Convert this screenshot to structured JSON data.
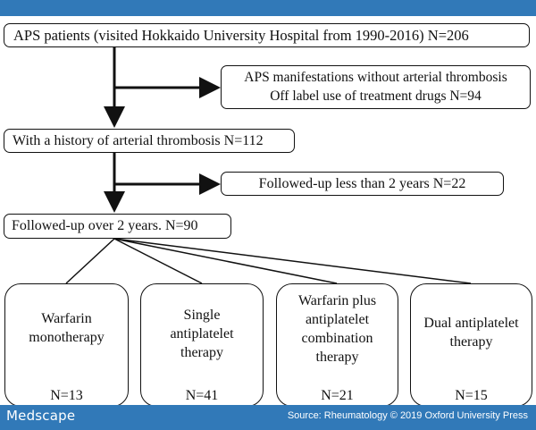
{
  "boxes": {
    "main": "APS patients (visited Hokkaido University Hospital from 1990-2016) N=206",
    "exclusion1_line1": "APS manifestations without arterial thrombosis",
    "exclusion1_line2": "Off label use of treatment drugs   N=94",
    "history": "With a history of arterial thrombosis  N=112",
    "exclusion2": "Followed-up less than 2 years N=22",
    "followup": "Followed-up over 2 years. N=90"
  },
  "arms": [
    {
      "lines": [
        "Warfarin",
        "monotherapy"
      ],
      "n": "N=13"
    },
    {
      "lines": [
        "Single",
        "antiplatelet",
        "therapy"
      ],
      "n": "N=41"
    },
    {
      "lines": [
        "Warfarin plus",
        "antiplatelet",
        "combination",
        "therapy"
      ],
      "n": "N=21"
    },
    {
      "lines": [
        "Dual antiplatelet",
        "therapy"
      ],
      "n": "N=15"
    }
  ],
  "footer": {
    "logo": "Medscape",
    "source": "Source: Rheumatology © 2019 Oxford University Press"
  },
  "colors": {
    "bar": "#3179b8",
    "line": "#111111"
  }
}
